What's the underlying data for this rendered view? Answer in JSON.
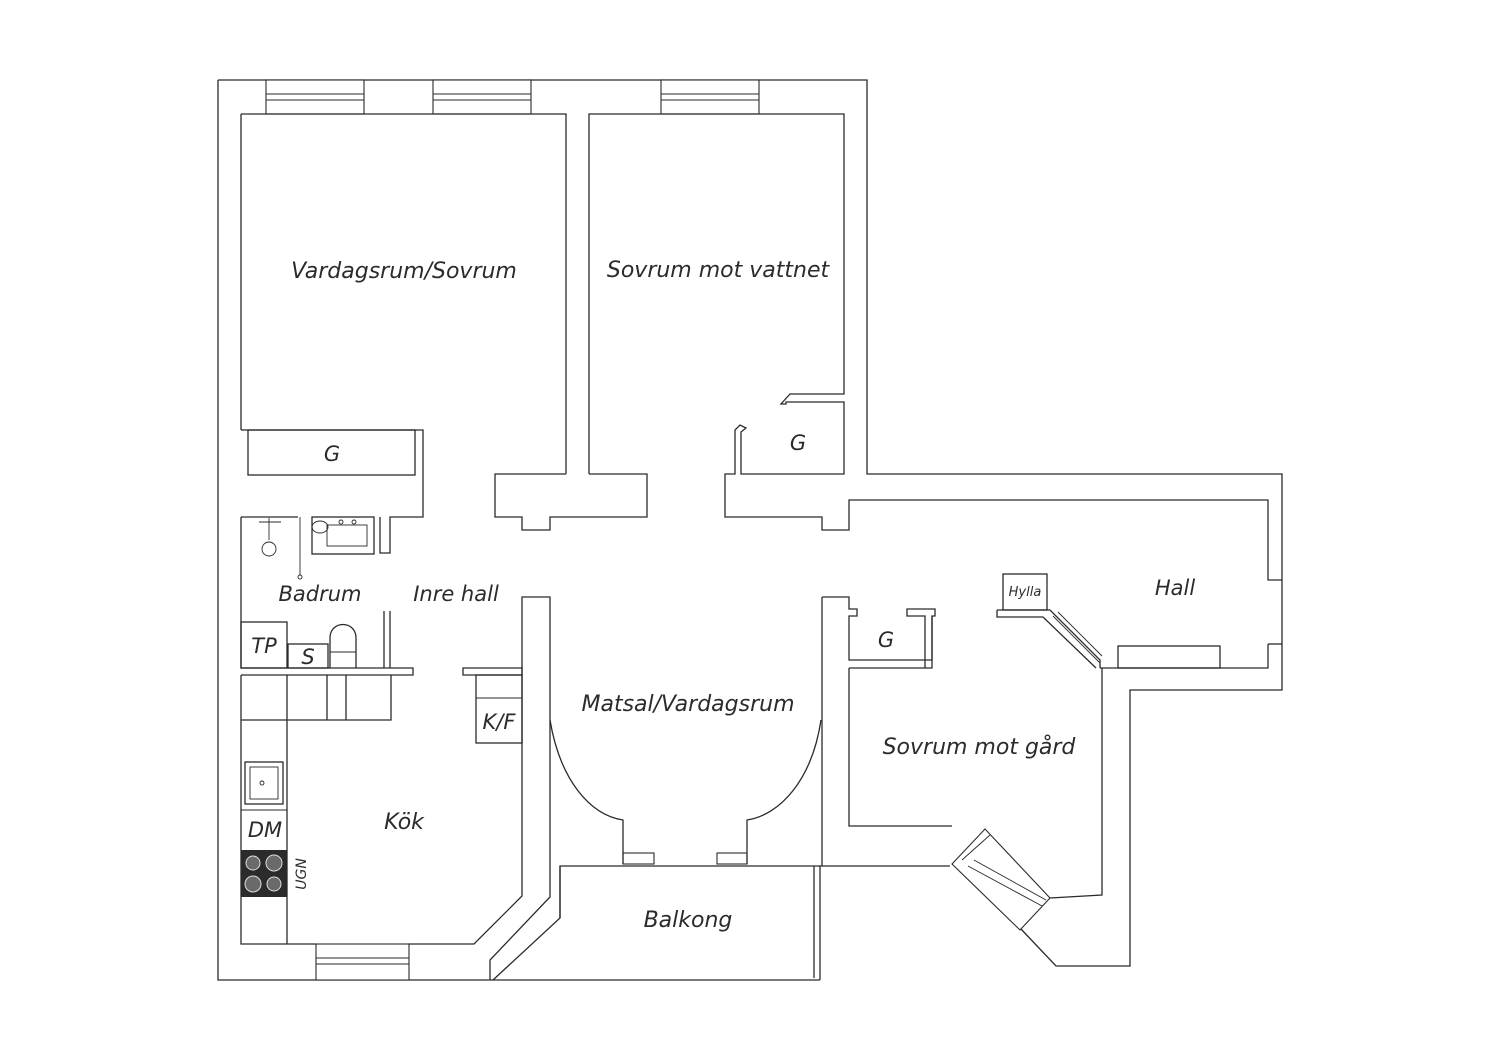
{
  "rooms": {
    "vardagsrum_sovrum": "Vardagsrum/Sovrum",
    "sovrum_vattnet": "Sovrum mot vattnet",
    "badrum": "Badrum",
    "inre_hall": "Inre hall",
    "hall": "Hall",
    "matsal": "Matsal/Vardagsrum",
    "sovrum_gard": "Sovrum mot gård",
    "kok": "Kök",
    "balkong": "Balkong"
  },
  "fixtures": {
    "garderob_1": "G",
    "garderob_2": "G",
    "garderob_3": "G",
    "tp": "TP",
    "s": "S",
    "kf": "K/F",
    "dm": "DM",
    "ugn": "UGN",
    "hylla": "Hylla"
  }
}
